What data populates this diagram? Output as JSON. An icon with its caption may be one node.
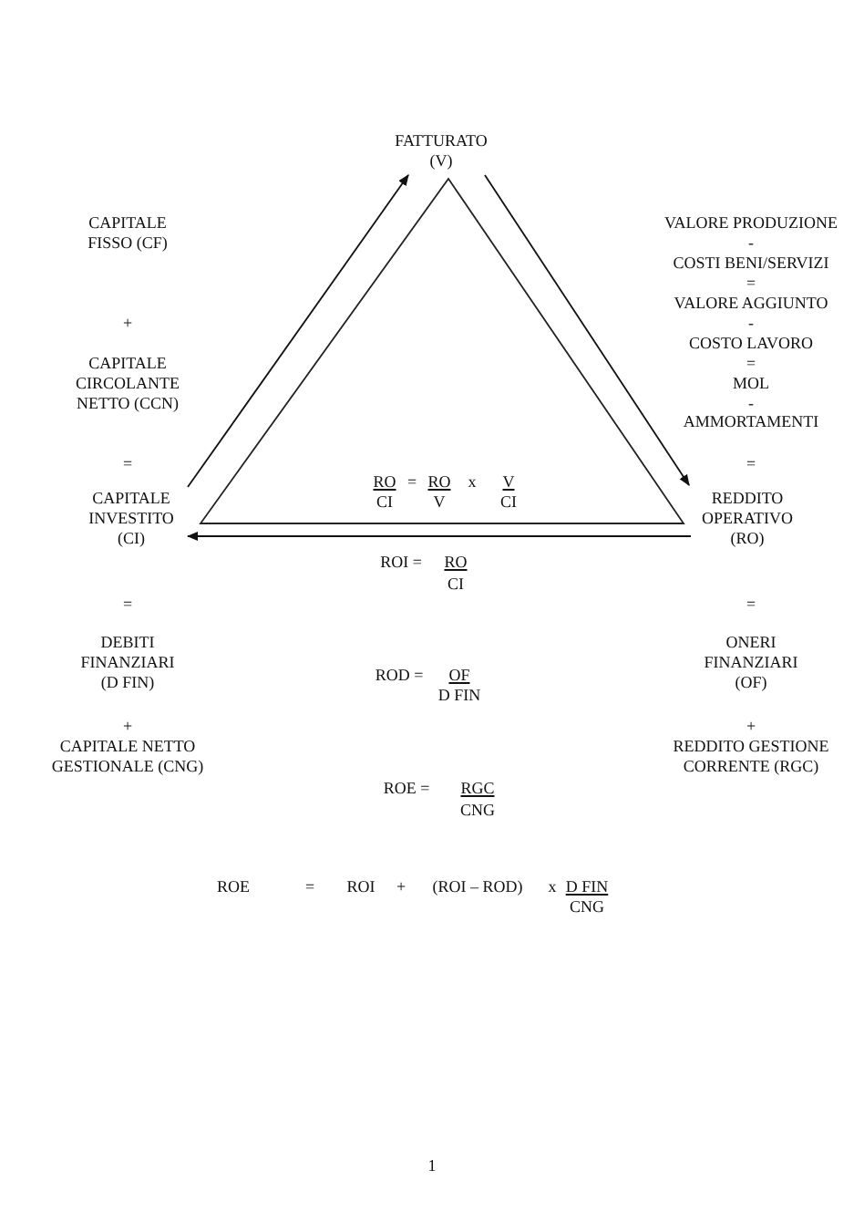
{
  "diagram": {
    "nodes": [
      {
        "text": [
          "FATTURATO (V)"
        ]
      },
      {
        "text": [
          "CAPITALE INVESTITO (CI)"
        ]
      },
      {
        "text": [
          "REDDITO OPERATIVO (RO)"
        ]
      }
    ],
    "edges": [
      {
        "from": 1,
        "to": 0,
        "arrow": "to"
      },
      {
        "from": 0,
        "to": 2,
        "arrow": "to"
      },
      {
        "from": 2,
        "to": 1,
        "arrow": "to"
      }
    ],
    "labels": [
      "CAPITALE FISSO (CF)",
      "VALORE PRODUZIONE",
      "-",
      "COSTI BENI/SERVIZI",
      "=",
      "VALORE AGGIUNTO",
      "-",
      "COSTO LAVORO",
      "=",
      "MOL",
      "-",
      "AMMORTAMENTI",
      "+",
      "CAPITALE CIRCOLANTE NETTO (CCN)",
      "=",
      "=",
      "RO",
      "CI",
      "=",
      "RO",
      "V",
      "x",
      "V",
      "CI",
      "ROI =",
      "RO",
      "CI",
      "=",
      "=",
      "DEBITI FINANZIARI (D FIN)",
      "ROD =",
      "OF",
      "D FIN",
      "ONERI FINANZIARI (OF)",
      "+",
      "+",
      "CAPITALE NETTO GESTIONALE (CNG)",
      "ROE =",
      "RGC",
      "CNG",
      "REDDITO GESTIONE CORRENTE (RGC)",
      "ROE",
      "=",
      "ROI",
      "+",
      "(ROI – ROD)",
      "x",
      "D FIN",
      "CNG",
      "1"
    ]
  }
}
